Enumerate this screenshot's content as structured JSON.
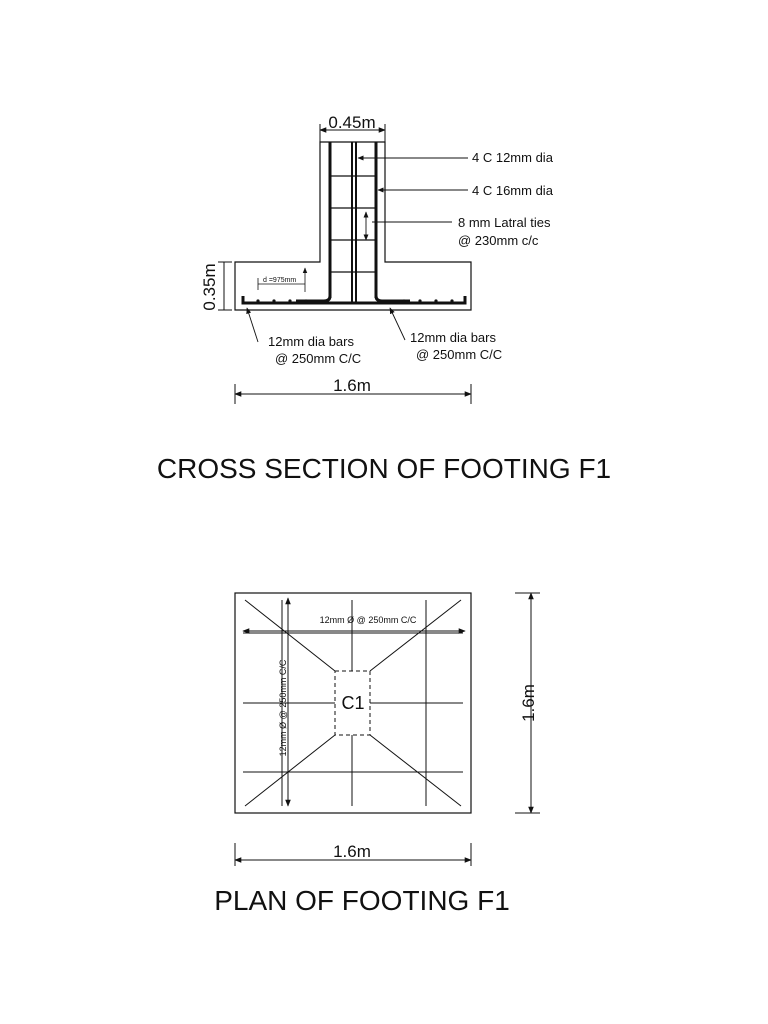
{
  "cross_section": {
    "title": "CROSS SECTION OF FOOTING F1",
    "column_width": "0.45m",
    "footing_depth": "0.35m",
    "footing_width": "1.6m",
    "effective_depth": "d =975mm",
    "bars_column_inner": "4 C 12mm dia",
    "bars_column_outer": "4 C 16mm dia",
    "ties_line1": "8 mm Latral ties",
    "ties_line2": "@ 230mm c/c",
    "bottom_left_line1": "12mm dia bars",
    "bottom_left_line2": "@ 250mm C/C",
    "bottom_right_line1": "12mm dia bars",
    "bottom_right_line2": "@ 250mm C/C"
  },
  "plan": {
    "title": "PLAN OF FOOTING F1",
    "column_label": "C1",
    "bar_horizontal": "12mm Ø @ 250mm C/C",
    "bar_vertical": "12mm Ø @ 250mm C/C",
    "side_dimension": "1.6m",
    "bottom_dimension": "1.6m"
  },
  "colors": {
    "line": "#111111",
    "background": "#ffffff"
  }
}
